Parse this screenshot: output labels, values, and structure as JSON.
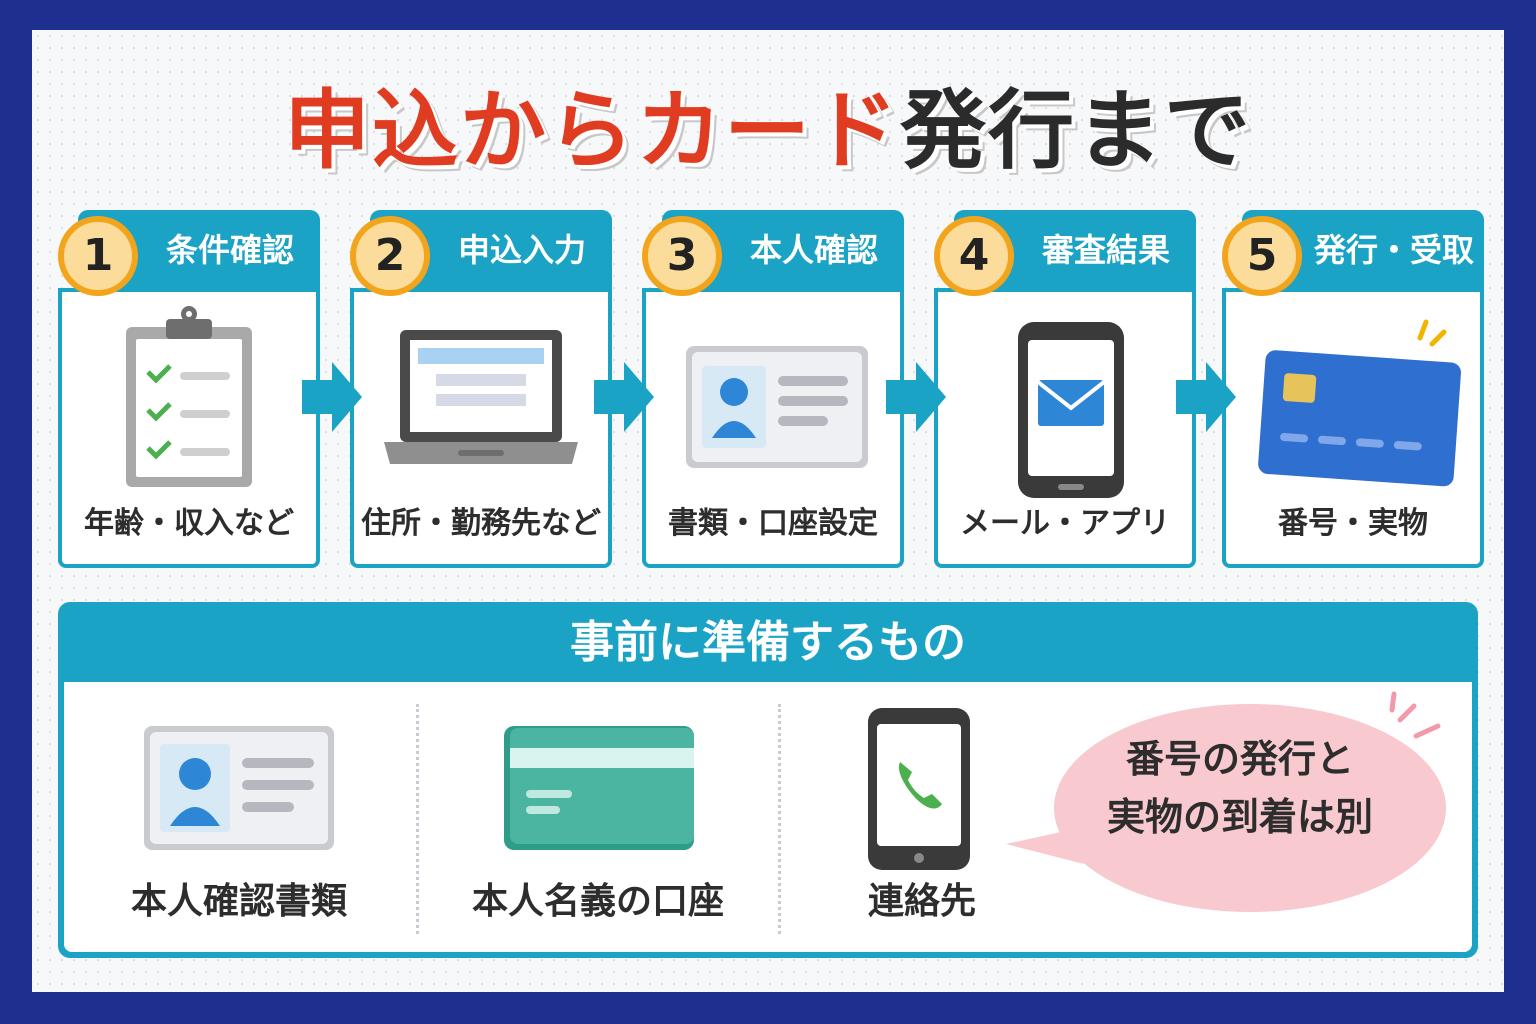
{
  "title": {
    "part_red": "申込から",
    "part_red2": "カード",
    "part_dark_1": "",
    "part_dark_2": "発行まで"
  },
  "steps": [
    {
      "number": "1",
      "label": "条件確認",
      "caption": "年齢・収入など",
      "icon": "clipboard-checklist-icon"
    },
    {
      "number": "2",
      "label": "申込入力",
      "caption": "住所・勤務先など",
      "icon": "laptop-icon"
    },
    {
      "number": "3",
      "label": "本人確認",
      "caption": "書類・口座設定",
      "icon": "id-card-icon"
    },
    {
      "number": "4",
      "label": "審査結果",
      "caption": "メール・アプリ",
      "icon": "smartphone-mail-icon"
    },
    {
      "number": "5",
      "label": "発行・受取",
      "caption": "番号・実物",
      "icon": "credit-card-icon"
    }
  ],
  "preparation": {
    "title": "事前に準備するもの",
    "items": [
      {
        "label": "本人確認書類",
        "icon": "id-card-icon"
      },
      {
        "label": "本人名義の口座",
        "icon": "bank-card-icon"
      },
      {
        "label": "連絡先",
        "icon": "phone-icon"
      }
    ],
    "note_line1": "番号の発行と",
    "note_line2": "実物の到着は別"
  },
  "colors": {
    "frame": "#1f2f8f",
    "accent": "#1aa3c4",
    "title_red": "#e03c22",
    "badge_fill": "#fbdc9a",
    "badge_ring": "#f2a51c",
    "bubble": "#f8c9cf"
  }
}
